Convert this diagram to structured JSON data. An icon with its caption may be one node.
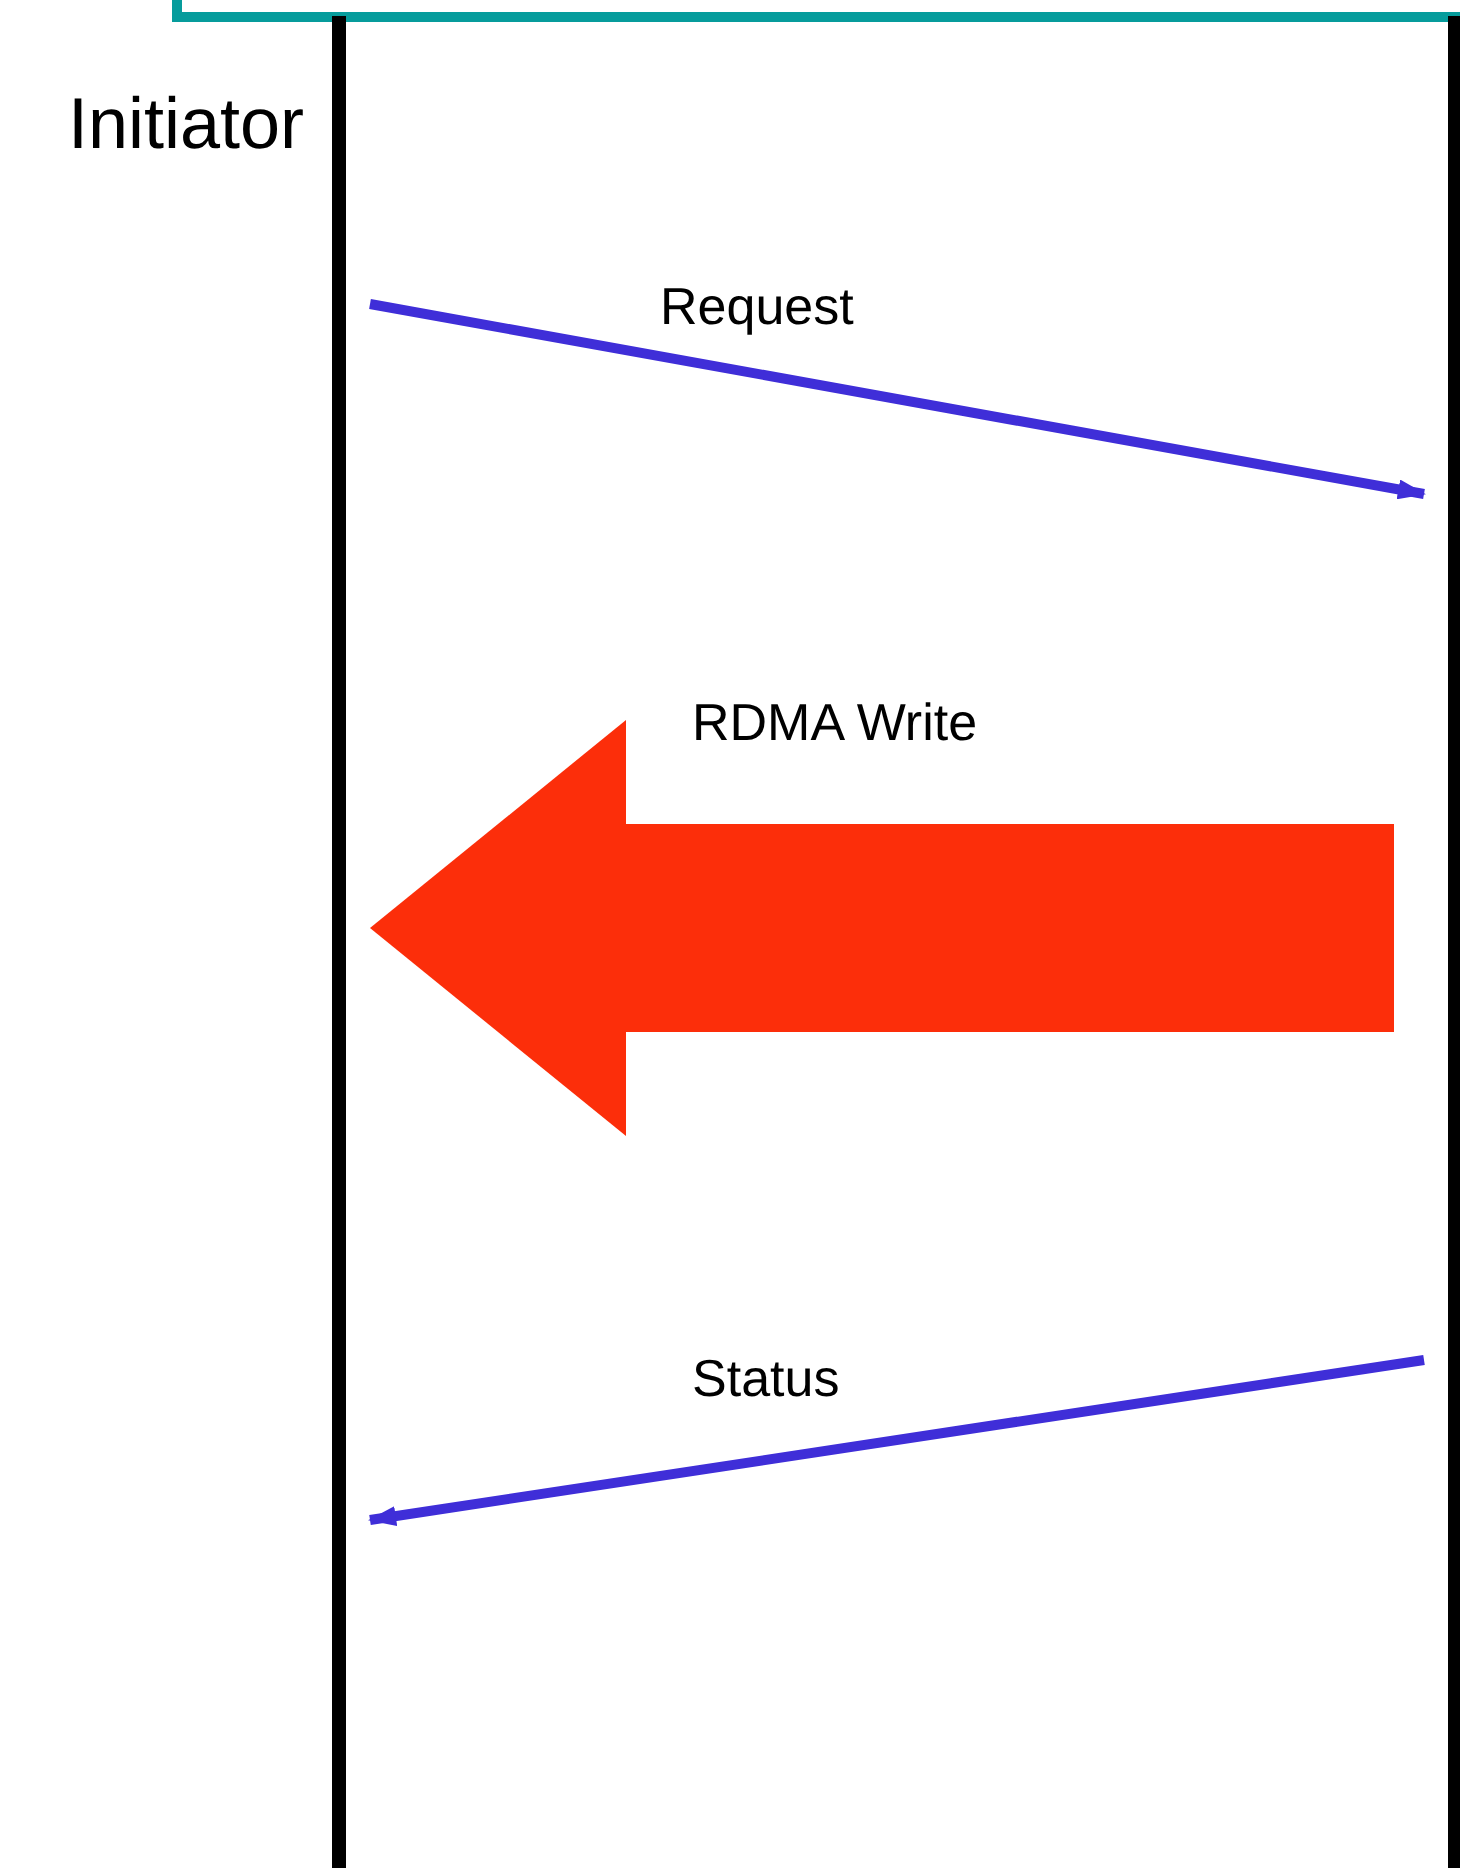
{
  "diagram": {
    "nodes": [
      {
        "text": [],
        "shape": "bar",
        "beside": [
          "Initiator"
        ]
      },
      {
        "text": [],
        "shape": "bar"
      }
    ],
    "edges": [
      {
        "from": 0,
        "to": 1,
        "arrow": "to",
        "label": "Request"
      },
      {
        "from": 1,
        "to": 0,
        "arrow": "to",
        "label": "RDMA Write",
        "style": "thick",
        "color": "#fc2e0a"
      },
      {
        "from": 1,
        "to": 0,
        "arrow": "to",
        "label": "Status"
      }
    ]
  }
}
